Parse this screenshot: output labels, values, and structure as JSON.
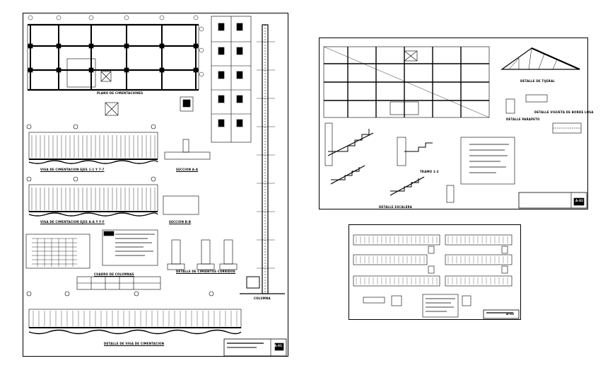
{
  "sheets": [
    {
      "id": "sheet-1",
      "sheet_number": "A-01"
    },
    {
      "id": "sheet-2",
      "sheet_number": "A-02"
    },
    {
      "id": "sheet-3",
      "sheet_number": "A-03"
    }
  ],
  "labels": {
    "plano_cimentaciones": "PLANO DE CIMENTACIONES",
    "viga_cimentacion_1": "VIGA DE CIMENTACION EJES 1-1 Y 7-7",
    "seccion_a": "SECCION A-A",
    "viga_cimentacion_2": "VIGA DE CIMENTACION EJES A-A Y F-F",
    "seccion_b": "SECCION B-B",
    "detalle_cimientos": "DETALLE DE CIMIENTOS CORRIDOS",
    "cuadro_columnas": "CUADRO DE COLUMNAS",
    "columna": "COLUMNA",
    "detalle_viga": "DETALLE DE VIGA DE CIMENTACION",
    "detalle_tijera": "DETALLE DE TIJERAL",
    "detalle_parapeto": "DETALLE PARAPETO",
    "detalle_vigueta": "DETALLE VIGUETA DE BORDE LOSA",
    "tramo": "TRAMO 1-2",
    "detalle_escalera": "DETALLE ESCALERA"
  },
  "colors": {
    "ink": "#000000",
    "paper": "#ffffff"
  }
}
